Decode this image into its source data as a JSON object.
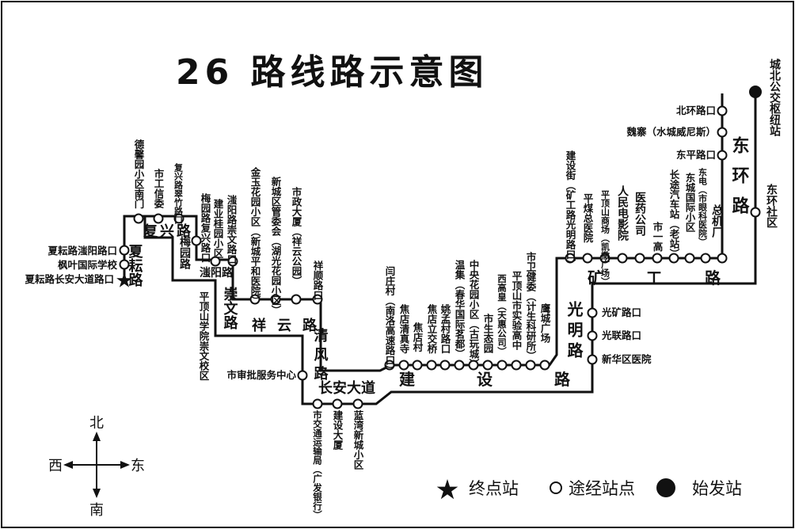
{
  "title": "26 路线路示意图",
  "stops": {
    "s1": "夏耘路滍阳路口",
    "s2": "枫叶国际学校",
    "s3": "夏耘路长安大道路口",
    "s4": "德馨园小区南门",
    "s5": "市工信委",
    "s6": "复兴路翠竹路口",
    "s7": "梅园路复兴路口",
    "s8": "建业桂园小区",
    "s9": "滍阳路崇文路口",
    "s10": "金玉花园小区（新城平和医院）",
    "s11": "新城区管委会（湖光花园小区）",
    "s12": "市政大厦（祥云公园）",
    "s13": "祥顺路口",
    "s14": "平顶山学院崇文校区",
    "s15": "市审批服务中心",
    "s16": "市交通运输局（广发银行）",
    "s17": "建设大厦",
    "s18": "蓝湾新城小区",
    "s19": "闫庄村（南洛高速路口）",
    "s20": "焦店清真寺",
    "s21": "焦店村",
    "s22": "焦店立交桥",
    "s23": "姚孟村路口",
    "s24": "温集（春华国际茗都）",
    "s25": "中央花园小区（古玩城）",
    "s26": "市生态园",
    "s27": "西高皇（天惠公司）",
    "s28": "平顶山市实验高中",
    "s29": "市卫健委（计生科研所）",
    "s30": "鹰城广场",
    "s31": "建设街（矿工路光明路口）",
    "s32": "平煤总医院",
    "s33": "平顶山商场（凯撒广场）",
    "s34": "人民电影院",
    "s35": "医药公司",
    "s36": "市一高",
    "s37": "长途汽车站（老站）",
    "s38": "东城国际小区",
    "s39": "东电（市眼科医院）",
    "s40": "总机厂",
    "s41": "东平路口",
    "s42": "魏寨（水城威尼斯）",
    "s43": "北环路口",
    "s44": "城北公交枢纽站",
    "s45": "东环社区",
    "s46": "光矿路口",
    "s47": "光联路口",
    "s48": "新华区医院"
  },
  "roads": {
    "xiayun": "夏耘路",
    "fuxing": "复兴路",
    "meiyuan": "梅园路",
    "zhiyang": "滍阳路",
    "chongwen": "崇文路",
    "xiangyun": "祥云路",
    "qingfeng": "清风路",
    "changan": "长安大道",
    "jianshe": "建设路",
    "guangming": "光明路",
    "kuanggong": "矿工路",
    "donghuan": "东环路"
  },
  "legend": {
    "terminal": "终点站",
    "via": "途经站点",
    "origin": "始发站"
  },
  "compass": {
    "north": "北",
    "south": "南",
    "west": "西",
    "east": "东"
  }
}
